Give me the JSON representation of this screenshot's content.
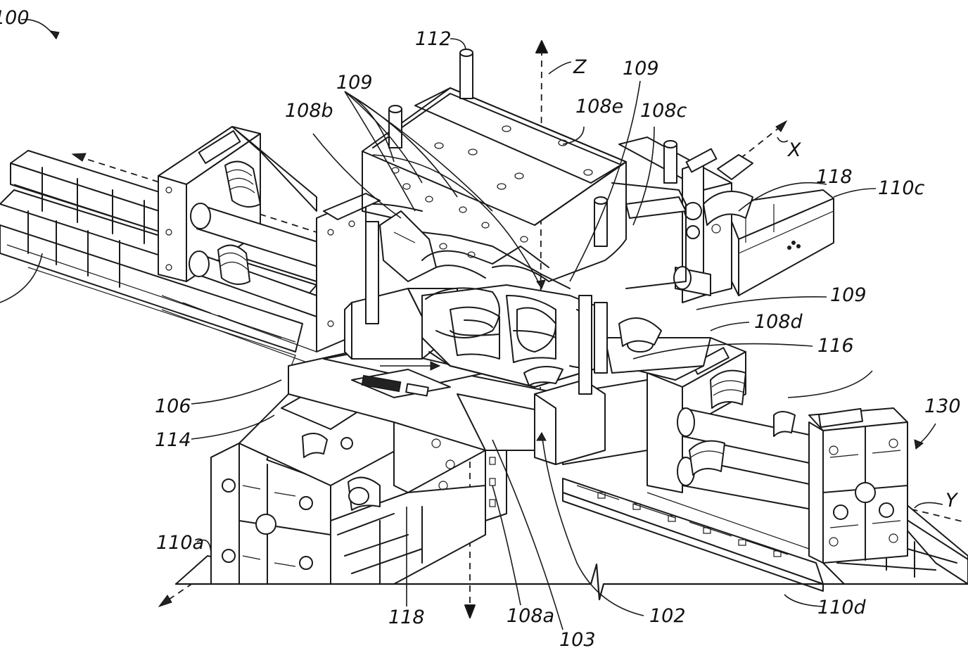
{
  "figure": {
    "labels": {
      "l100": "100",
      "l112": "112",
      "z": "Z",
      "l109_top": "109",
      "l109_right": "109",
      "l108b": "108b",
      "l108e": "108e",
      "l108c": "108c",
      "x": "X",
      "l118_top": "118",
      "l110c": "110c",
      "l109_mid": "109",
      "l108d": "108d",
      "l116": "116",
      "l130": "130",
      "l106": "106",
      "l114": "114",
      "y": "Y",
      "l110a": "110a",
      "l118_bottom": "118",
      "l108a": "108a",
      "l103": "103",
      "l102": "102",
      "l110d": "110d"
    }
  }
}
